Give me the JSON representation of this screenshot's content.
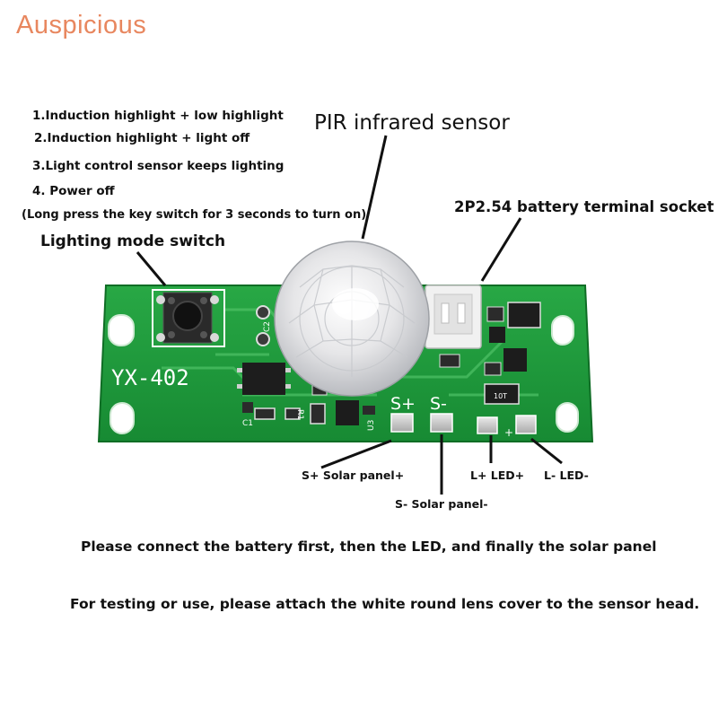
{
  "brand": "Auspicious",
  "modes": [
    "1.Induction highlight + low highlight",
    "2.Induction highlight + light off",
    "3.Light control sensor keeps lighting",
    "4. Power off",
    "(Long press the key switch for 3 seconds to turn on)"
  ],
  "labels": {
    "pir": "PIR infrared sensor",
    "battery_socket": "2P2.54 battery terminal socket",
    "mode_switch": "Lighting mode switch",
    "solar_pos": "S+ Solar panel+",
    "solar_neg": "S- Solar panel-",
    "led_pos": "L+ LED+",
    "led_neg": "L- LED-"
  },
  "board": {
    "model": "YX-402",
    "pad_s_plus": "S+",
    "pad_s_minus": "S-",
    "silk_c2": "C2",
    "silk_c1": "C1",
    "silk_u3": "U3",
    "silk_r1": "R1",
    "silk_10t": "10T",
    "pad_plus": "+",
    "color_pcb": "#1f9a3a",
    "color_pcb_dark": "#137a2a"
  },
  "notes": {
    "order": "Please connect the battery first, then the LED, and finally the solar panel",
    "lens": "For testing or use, please attach the white round lens cover to the sensor head."
  }
}
